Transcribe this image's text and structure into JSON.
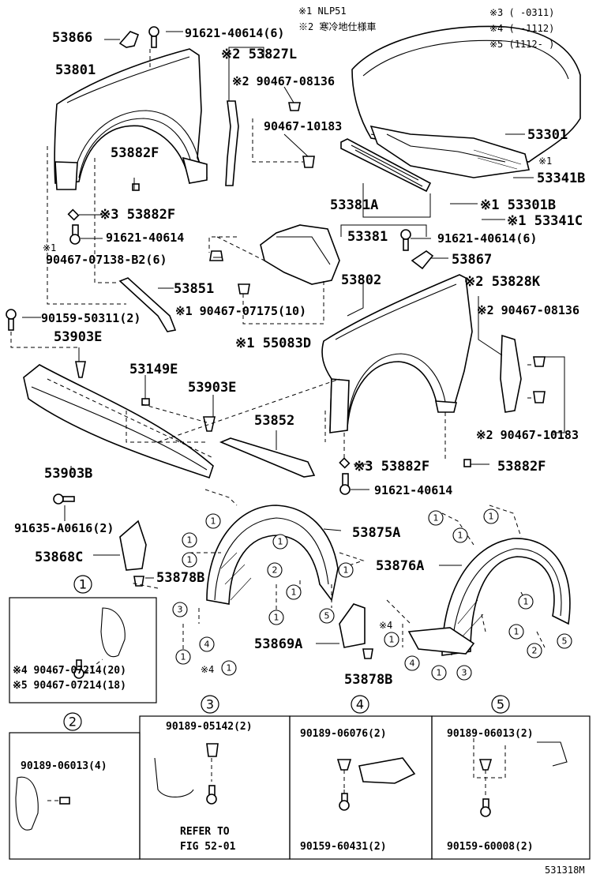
{
  "notes": {
    "n1": "※1 NLP51",
    "n2": "※2 寒冷地仕様車",
    "n3": "※3 (     -0311)",
    "n4": "※4 (     -1112)",
    "n5": "※5 (1112-     )"
  },
  "labels": [
    {
      "id": "53866",
      "text": "53866",
      "size": "big"
    },
    {
      "id": "91621-40614-6a",
      "text": "91621-40614(6)",
      "size": "med"
    },
    {
      "id": "53827L",
      "text": "※2 53827L",
      "size": "big"
    },
    {
      "id": "53801",
      "text": "53801",
      "size": "big"
    },
    {
      "id": "90467-08136a",
      "text": "※2 90467-08136",
      "size": "med"
    },
    {
      "id": "90467-10183a",
      "text": "90467-10183",
      "size": "med"
    },
    {
      "id": "53301",
      "text": "53301",
      "size": "big"
    },
    {
      "id": "53341B-star",
      "text": "※1",
      "size": "note"
    },
    {
      "id": "53341B",
      "text": "53341B",
      "size": "big"
    },
    {
      "id": "53882F-a",
      "text": "53882F",
      "size": "big"
    },
    {
      "id": "53882F-b",
      "text": "※3 53882F",
      "size": "big"
    },
    {
      "id": "53381A",
      "text": "53381A",
      "size": "big"
    },
    {
      "id": "53301B",
      "text": "※1 53301B",
      "size": "big"
    },
    {
      "id": "53341C",
      "text": "※1 53341C",
      "size": "big"
    },
    {
      "id": "91621-40614-b",
      "text": "91621-40614",
      "size": "med"
    },
    {
      "id": "star1-left",
      "text": "※1",
      "size": "note"
    },
    {
      "id": "90467-07138",
      "text": "90467-07138-B2(6)",
      "size": "med"
    },
    {
      "id": "53381",
      "text": "53381",
      "size": "big"
    },
    {
      "id": "91621-40614-6c",
      "text": "91621-40614(6)",
      "size": "med"
    },
    {
      "id": "53867",
      "text": "53867",
      "size": "big"
    },
    {
      "id": "53851",
      "text": "53851",
      "size": "big"
    },
    {
      "id": "53802",
      "text": "53802",
      "size": "big"
    },
    {
      "id": "53828K",
      "text": "※2 53828K",
      "size": "big"
    },
    {
      "id": "90159-50311",
      "text": "90159-50311(2)",
      "size": "med"
    },
    {
      "id": "90467-07175",
      "text": "※1 90467-07175(10)",
      "size": "med"
    },
    {
      "id": "90467-08136b",
      "text": "※2 90467-08136",
      "size": "med"
    },
    {
      "id": "53903E-a",
      "text": "53903E",
      "size": "big"
    },
    {
      "id": "55083D",
      "text": "※1 55083D",
      "size": "big"
    },
    {
      "id": "53149E",
      "text": "53149E",
      "size": "big"
    },
    {
      "id": "53903E-b",
      "text": "53903E",
      "size": "big"
    },
    {
      "id": "53852",
      "text": "53852",
      "size": "big"
    },
    {
      "id": "90467-10183b",
      "text": "※2 90467-10183",
      "size": "med"
    },
    {
      "id": "53903B",
      "text": "53903B",
      "size": "big"
    },
    {
      "id": "53882F-c",
      "text": "※3 53882F",
      "size": "big"
    },
    {
      "id": "53882F-d",
      "text": "53882F",
      "size": "big"
    },
    {
      "id": "91621-40614-e",
      "text": "91621-40614",
      "size": "med"
    },
    {
      "id": "91635-A0616",
      "text": "91635-A0616(2)",
      "size": "med"
    },
    {
      "id": "53875A",
      "text": "53875A",
      "size": "big"
    },
    {
      "id": "53868C",
      "text": "53868C",
      "size": "big"
    },
    {
      "id": "53876A",
      "text": "53876A",
      "size": "big"
    },
    {
      "id": "53878B-a",
      "text": "53878B",
      "size": "big"
    },
    {
      "id": "53869A",
      "text": "53869A",
      "size": "big"
    },
    {
      "id": "53878B-b",
      "text": "53878B",
      "size": "big"
    },
    {
      "id": "90467-07214-20",
      "text": "※4 90467-07214(20)",
      "size": "sm"
    },
    {
      "id": "90467-07214-18",
      "text": "※5 90467-07214(18)",
      "size": "sm"
    },
    {
      "id": "90189-05142",
      "text": "90189-05142(2)",
      "size": "sm"
    },
    {
      "id": "90189-06076",
      "text": "90189-06076(2)",
      "size": "sm"
    },
    {
      "id": "90189-06013-2",
      "text": "90189-06013(2)",
      "size": "sm"
    },
    {
      "id": "90189-06013-4",
      "text": "90189-06013(4)",
      "size": "sm"
    },
    {
      "id": "refer1",
      "text": "REFER TO",
      "size": "sm"
    },
    {
      "id": "refer2",
      "text": "FIG 52-01",
      "size": "sm"
    },
    {
      "id": "90159-60431",
      "text": "90159-60431(2)",
      "size": "sm"
    },
    {
      "id": "90159-60008",
      "text": "90159-60008(2)",
      "size": "sm"
    },
    {
      "id": "star4-small",
      "text": "※4",
      "size": "note"
    },
    {
      "id": "star4-b",
      "text": "※4",
      "size": "note"
    },
    {
      "id": "figcode",
      "text": "531318M",
      "size": "note"
    }
  ],
  "detail_callouts": [
    "1",
    "2",
    "3",
    "4",
    "5"
  ]
}
